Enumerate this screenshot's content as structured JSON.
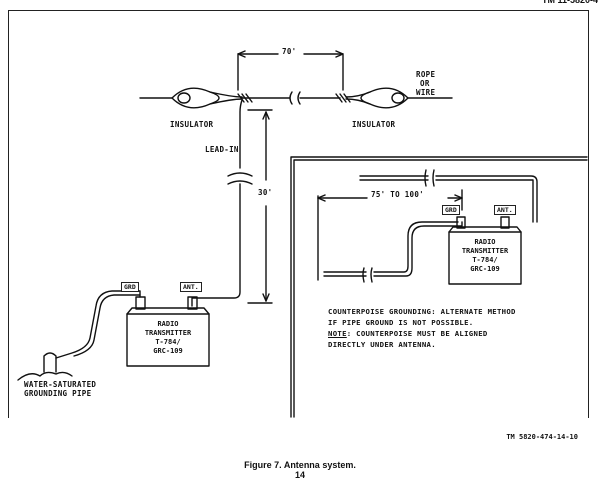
{
  "header": {
    "doc_id": "TM 11-5820-4"
  },
  "labels": {
    "distance_top": "70'",
    "rope_or_wire_1": "ROPE",
    "rope_or_wire_2": "OR",
    "rope_or_wire_3": "WIRE",
    "insulator_left": "INSULATOR",
    "insulator_right": "INSULATOR",
    "lead_in": "LEAD-IN",
    "height": "30'",
    "water_pipe_1": "WATER-SATURATED",
    "water_pipe_2": "GROUNDING PIPE",
    "counterpoise_distance": "75' TO 100'"
  },
  "main_transmitter": {
    "line1": "RADIO",
    "line2": "TRANSMITTER",
    "line3": "T-784/",
    "line4": "GRC-109",
    "grd": "GRD",
    "ant": "ANT."
  },
  "inset_transmitter": {
    "line1": "RADIO",
    "line2": "TRANSMITTER",
    "line3": "T-784/",
    "line4": "GRC-109",
    "grd": "GRD",
    "ant": "ANT."
  },
  "note": {
    "line1": "COUNTERPOISE GROUNDING: ALTERNATE METHOD",
    "line2": "IF PIPE GROUND IS NOT POSSIBLE.",
    "note_word": "NOTE",
    "line3_rest": ": COUNTERPOISE MUST BE ALIGNED",
    "line4": "DIRECTLY UNDER ANTENNA."
  },
  "figure_id": "TM 5820-474-14-10",
  "caption": {
    "title": "Figure 7. Antenna system.",
    "page": "14"
  }
}
